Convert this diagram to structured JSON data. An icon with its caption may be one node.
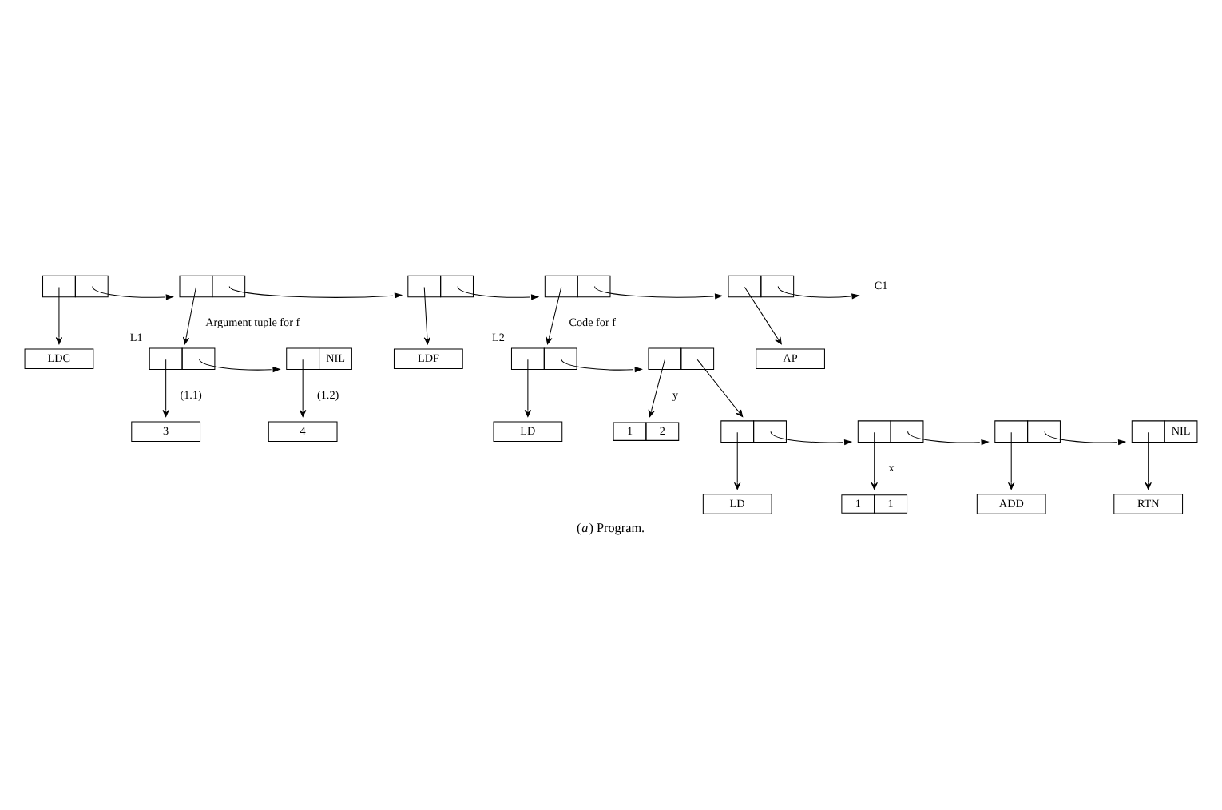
{
  "diagram": {
    "caption": "(*a*) Program.",
    "nodes": [
      {
        "text": [],
        "shape": "box"
      },
      {
        "text": [],
        "shape": "box"
      },
      {
        "text": [],
        "shape": "box"
      },
      {
        "text": [],
        "shape": "box"
      },
      {
        "text": [],
        "shape": "box"
      },
      {
        "text": [
          "C1"
        ]
      },
      {
        "text": [
          "LDC"
        ]
      },
      {
        "text": [
          "LDF"
        ]
      },
      {
        "text": [
          "AP"
        ]
      },
      {
        "text": [],
        "shape": "box",
        "beside": [
          "L1"
        ]
      },
      {
        "text": [
          "NIL"
        ]
      },
      {
        "text": [],
        "shape": "box",
        "beside": [
          "L2"
        ]
      },
      {
        "text": [],
        "shape": "box"
      },
      {
        "text": [
          "3"
        ]
      },
      {
        "text": [
          "4"
        ]
      },
      {
        "text": [
          "LD"
        ]
      },
      {
        "text": [
          "1",
          "2"
        ]
      },
      {
        "text": [],
        "shape": "box"
      },
      {
        "text": [],
        "shape": "box"
      },
      {
        "text": [],
        "shape": "box"
      },
      {
        "text": [
          "NIL"
        ]
      },
      {
        "text": [
          "LD"
        ]
      },
      {
        "text": [
          "1",
          "1"
        ]
      },
      {
        "text": [
          "ADD"
        ]
      },
      {
        "text": [
          "RTN"
        ]
      }
    ],
    "edges": [
      {
        "from": 0,
        "to": 1,
        "arrow": "to"
      },
      {
        "from": 1,
        "to": 2,
        "arrow": "to"
      },
      {
        "from": 2,
        "to": 3,
        "arrow": "to"
      },
      {
        "from": 3,
        "to": 4,
        "arrow": "to"
      },
      {
        "from": 4,
        "to": 5,
        "arrow": "to"
      },
      {
        "from": 0,
        "to": 6,
        "arrow": "to"
      },
      {
        "from": 1,
        "to": 9,
        "arrow": "to",
        "label": "Argument tuple for f"
      },
      {
        "from": 2,
        "to": 7,
        "arrow": "to"
      },
      {
        "from": 3,
        "to": 11,
        "arrow": "to",
        "label": "Code for f"
      },
      {
        "from": 4,
        "to": 8,
        "arrow": "to"
      },
      {
        "from": 9,
        "to": 10,
        "arrow": "to"
      },
      {
        "from": 9,
        "to": 13,
        "arrow": "to",
        "label": "(1.1)"
      },
      {
        "from": 10,
        "to": 14,
        "arrow": "to",
        "label": "(1.2)"
      },
      {
        "from": 11,
        "to": 12,
        "arrow": "to"
      },
      {
        "from": 11,
        "to": 15,
        "arrow": "to"
      },
      {
        "from": 12,
        "to": 16,
        "arrow": "to",
        "label": "y"
      },
      {
        "from": 12,
        "to": 17,
        "arrow": "to"
      },
      {
        "from": 17,
        "to": 18,
        "arrow": "to"
      },
      {
        "from": 18,
        "to": 19,
        "arrow": "to"
      },
      {
        "from": 19,
        "to": 20,
        "arrow": "to"
      },
      {
        "from": 17,
        "to": 21,
        "arrow": "to"
      },
      {
        "from": 18,
        "to": 22,
        "arrow": "to",
        "label": "x"
      },
      {
        "from": 19,
        "to": 23,
        "arrow": "to"
      },
      {
        "from": 20,
        "to": 24,
        "arrow": "to"
      }
    ]
  }
}
